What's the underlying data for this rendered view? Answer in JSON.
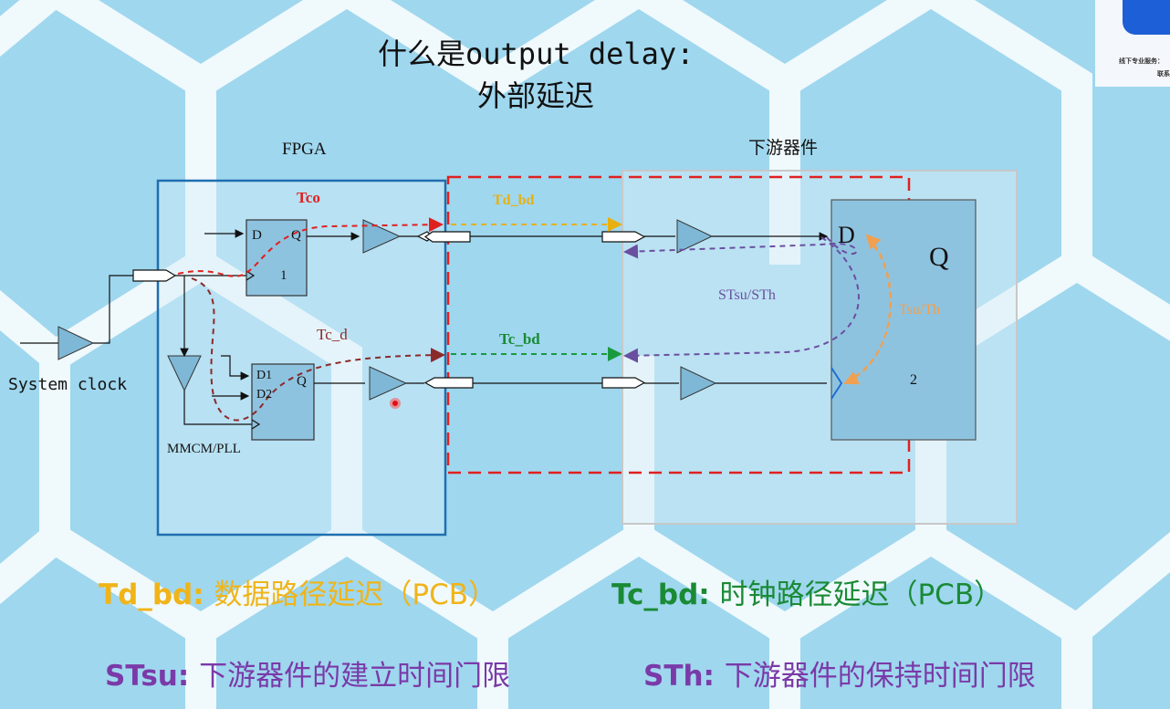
{
  "slide": {
    "title_line1": "什么是output delay:",
    "title_line2": "外部延迟"
  },
  "diagram": {
    "fpga_label": "FPGA",
    "downstream_label": "下游器件",
    "system_clock_label": "System clock",
    "pll_label": "MMCM/PLL",
    "tco_label": "Tco",
    "tcd_label": "Tc_d",
    "tdbd_label": "Td_bd",
    "tcbd_label": "Tc_bd",
    "stsu_sth_label": "STsu/STh",
    "tsu_th_label": "Tsu/Th",
    "ff1": {
      "d": "D",
      "q": "Q",
      "clk": "1"
    },
    "ff2": {
      "d1": "D1",
      "d2": "D2",
      "q": "Q"
    },
    "ff3": {
      "d": "D",
      "q": "Q",
      "clk": "2"
    }
  },
  "legend": {
    "tdbd_key": "Td_bd:",
    "tdbd_desc": "数据路径延迟（PCB）",
    "tcbd_key": "Tc_bd:",
    "tcbd_desc": "时钟路径延迟（PCB）",
    "stsu_key": "STsu:",
    "stsu_desc": "下游器件的建立时间门限",
    "sth_key": "STh:",
    "sth_desc": "下游器件的保持时间门限"
  },
  "logo": {
    "line1": "线下专业服务：",
    "line2": "联系"
  },
  "colors": {
    "background": "#8fd0ec",
    "hex_lines": "#ffffff",
    "fpga_border": "#1f6fb0",
    "downstream_border": "#c8c8c8",
    "dashed_region": "#e02020",
    "tco_path": "#e02020",
    "tdbd_path": "#e8b010",
    "tcbd_path": "#1a9a40",
    "tcd_path": "#8b2a2a",
    "stsu_path": "#6a4fa0",
    "tsu_path": "#f0a050",
    "legend_tdbd": "#f0b418",
    "legend_tcbd": "#1a8a35",
    "legend_st": "#7a3aa8"
  }
}
